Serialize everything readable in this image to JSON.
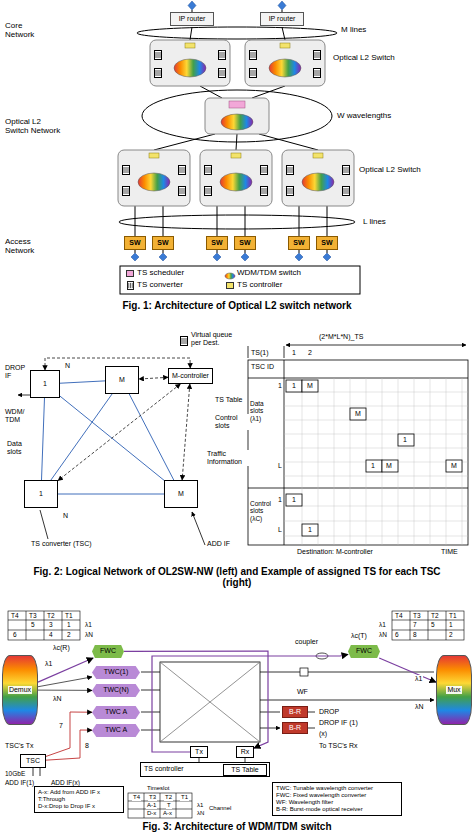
{
  "diagram": {
    "nodes": [
      {
        "text": [
          "IP router"
        ]
      },
      {
        "text": [
          "IP router"
        ]
      },
      {
        "text": [
          "SW"
        ]
      },
      {
        "text": [
          "SW"
        ]
      },
      {
        "text": [
          "SW"
        ]
      },
      {
        "text": [
          "SW"
        ]
      },
      {
        "text": [
          "SW"
        ]
      },
      {
        "text": [
          "SW"
        ]
      },
      {
        "text": [
          "1"
        ]
      },
      {
        "text": [
          "M"
        ]
      },
      {
        "text": [
          "M-controller"
        ]
      },
      {
        "text": [
          "1"
        ]
      },
      {
        "text": [
          "M"
        ]
      },
      {
        "text": [
          "FWC"
        ]
      },
      {
        "text": [
          "FWC"
        ]
      },
      {
        "text": [
          "TWC(1)"
        ]
      },
      {
        "text": [
          "TWC(N)"
        ]
      },
      {
        "text": [
          "TWC A"
        ]
      },
      {
        "text": [
          "TWC A"
        ]
      },
      {
        "text": [
          "B-R"
        ]
      },
      {
        "text": [
          "B-R"
        ]
      },
      {
        "text": [
          "Tx"
        ]
      },
      {
        "text": [
          "Rx"
        ]
      },
      {
        "text": [
          "TS controller"
        ]
      },
      {
        "text": [
          "TS Table"
        ],
        "in": 23
      },
      {
        "text": [
          "TSC"
        ]
      },
      {
        "text": [
          "A-x: Add from ADD IF x",
          "T:Through",
          "D-x:Drop to Drop IF x"
        ]
      },
      {
        "text": [
          "TWC: Tunable wavelength converter",
          "FWC: Fixed wavelength converter",
          "WF: Wavelength filter",
          "B-R: Burst-mode optical receiver"
        ]
      },
      {
        "text": [
          "Demux"
        ]
      },
      {
        "text": [
          "Mux"
        ]
      }
    ],
    "edges": [
      {
        "from": 8,
        "to": 9,
        "arrow": "none"
      },
      {
        "from": 8,
        "to": 11,
        "arrow": "none"
      },
      {
        "from": 8,
        "to": 12,
        "arrow": "none"
      },
      {
        "from": 9,
        "to": 11,
        "arrow": "none"
      },
      {
        "from": 9,
        "to": 12,
        "arrow": "none"
      },
      {
        "from": 11,
        "to": 12,
        "arrow": "none"
      },
      {
        "from": 10,
        "to": 8,
        "arrow": "both"
      },
      {
        "from": 10,
        "to": 9,
        "arrow": "both"
      },
      {
        "from": 10,
        "to": 11,
        "arrow": "both"
      },
      {
        "from": 10,
        "to": 12,
        "arrow": "both"
      },
      {
        "from": 28,
        "to": 15,
        "arrow": "to"
      },
      {
        "from": 28,
        "to": 16,
        "arrow": "to"
      },
      {
        "from": 28,
        "to": 13,
        "arrow": "to"
      },
      {
        "from": 13,
        "to": 22,
        "arrow": "to"
      },
      {
        "from": 21,
        "to": 14,
        "arrow": "to"
      },
      {
        "from": 14,
        "to": 29,
        "arrow": "to"
      },
      {
        "from": 25,
        "to": 17,
        "arrow": "to"
      },
      {
        "from": 25,
        "to": 18,
        "arrow": "to"
      }
    ],
    "labels": [
      "Core Network",
      "M lines",
      "Optical L2 Switch",
      "Optical L2 Switch Network",
      "W wavelengths",
      "Optical L2 Switch",
      "L lines",
      "Access Network",
      "Fig. 1: Architecture of Optical L2 switch network",
      "Virtual queue per Dest.",
      "DROP IF",
      "N",
      "WDM/ TDM",
      "Data slots",
      "TS Table",
      "Control slots",
      "Traffic Information",
      "TS converter (TSC)",
      "ADD IF",
      "N",
      "(2*M*L*N)_TS",
      "TS(1)",
      "1",
      "2",
      "TSC ID",
      "1",
      "L",
      "Data slots (λ1)",
      "Control slots (λC)",
      "1",
      "M",
      "M",
      "1",
      "1",
      "M",
      "M",
      "1",
      "L",
      "1",
      "1",
      "Destination: M-controller",
      "TIME",
      "Fig. 2: Logical Network of OL2SW-NW (left) and Example of assigned TS for each TSC (right)",
      "T4",
      "T3",
      "T2",
      "T1",
      "5",
      "3",
      "1",
      "6",
      "4",
      "2",
      "λ1",
      "λN",
      "T4",
      "T3",
      "T2",
      "T1",
      "7",
      "5",
      "1",
      "6",
      "8",
      "2",
      "λ1",
      "λN",
      "λc(R)",
      "λ1",
      "λN",
      "λc(T)",
      "λ1",
      "λN",
      "coupler",
      "WF",
      "7",
      "8",
      "DROP",
      "DROP IF (1)",
      "(x)",
      "To TSC's Rx",
      "TSC's Tx",
      "10GbE",
      "ADD IF(1)",
      "ADD IF(x)",
      "Timeslot",
      "T4",
      "T3",
      "T2",
      "T1",
      "A-1",
      "T",
      "D-x",
      "A-x",
      "λ1",
      "λN",
      "Channel",
      "Fig. 3: Architecture of WDM/TDM switch"
    ],
    "legend": [
      {
        "text": "TS scheduler",
        "color": "#f2a7d8"
      },
      {
        "text": "WDM/TDM switch"
      },
      {
        "text": "TS converter"
      },
      {
        "text": "TS controller",
        "color": "#f3e36b"
      }
    ]
  }
}
